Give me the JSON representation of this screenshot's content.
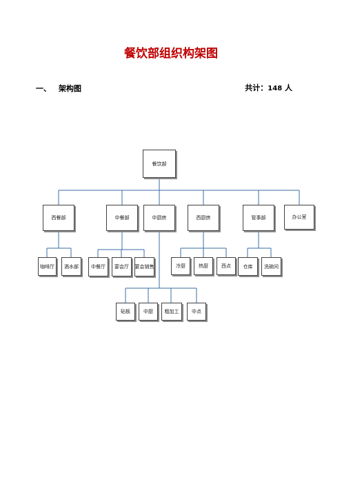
{
  "title": "餐饮部组织构架图",
  "section": {
    "number": "一、",
    "label": "架构图"
  },
  "total": {
    "prefix": "共计：",
    "count": "148",
    "suffix": "人"
  },
  "org": {
    "root": "餐饮部",
    "departments": [
      {
        "name": "西餐部",
        "children": [
          "咖啡厅",
          "酒水部"
        ]
      },
      {
        "name": "中餐部",
        "children": [
          "中餐厅",
          "宴会厅",
          "宴会销售"
        ]
      },
      {
        "name": "中厨房",
        "children": [
          "砧板",
          "中厨",
          "粗加工",
          "中点"
        ]
      },
      {
        "name": "西厨房",
        "children": [
          "冷厨",
          "热厨",
          "西点"
        ]
      },
      {
        "name": "管事部",
        "children": [
          "仓库",
          "洗碗间"
        ]
      },
      {
        "name": "办公室",
        "children": []
      }
    ]
  }
}
